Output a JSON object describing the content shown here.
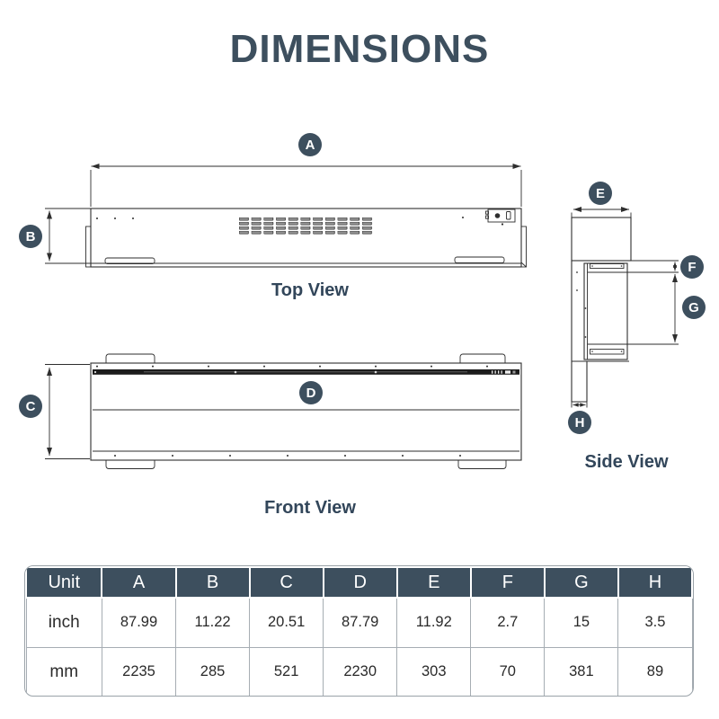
{
  "title": "DIMENSIONS",
  "colors": {
    "accent": "#3D4F5E",
    "label": "#32465A",
    "line": "#2E2E2E"
  },
  "views": {
    "top": {
      "label": "Top View"
    },
    "front": {
      "label": "Front View"
    },
    "side": {
      "label": "Side View"
    }
  },
  "badges": {
    "a": "A",
    "b": "B",
    "c": "C",
    "d": "D",
    "e": "E",
    "f": "F",
    "g": "G",
    "h": "H"
  },
  "table": {
    "header": [
      "Unit",
      "A",
      "B",
      "C",
      "D",
      "E",
      "F",
      "G",
      "H"
    ],
    "rows": [
      {
        "label": "inch",
        "values": [
          "87.99",
          "11.22",
          "20.51",
          "87.79",
          "11.92",
          "2.7",
          "15",
          "3.5"
        ]
      },
      {
        "label": "mm",
        "values": [
          "2235",
          "285",
          "521",
          "2230",
          "303",
          "70",
          "381",
          "89"
        ]
      }
    ]
  }
}
